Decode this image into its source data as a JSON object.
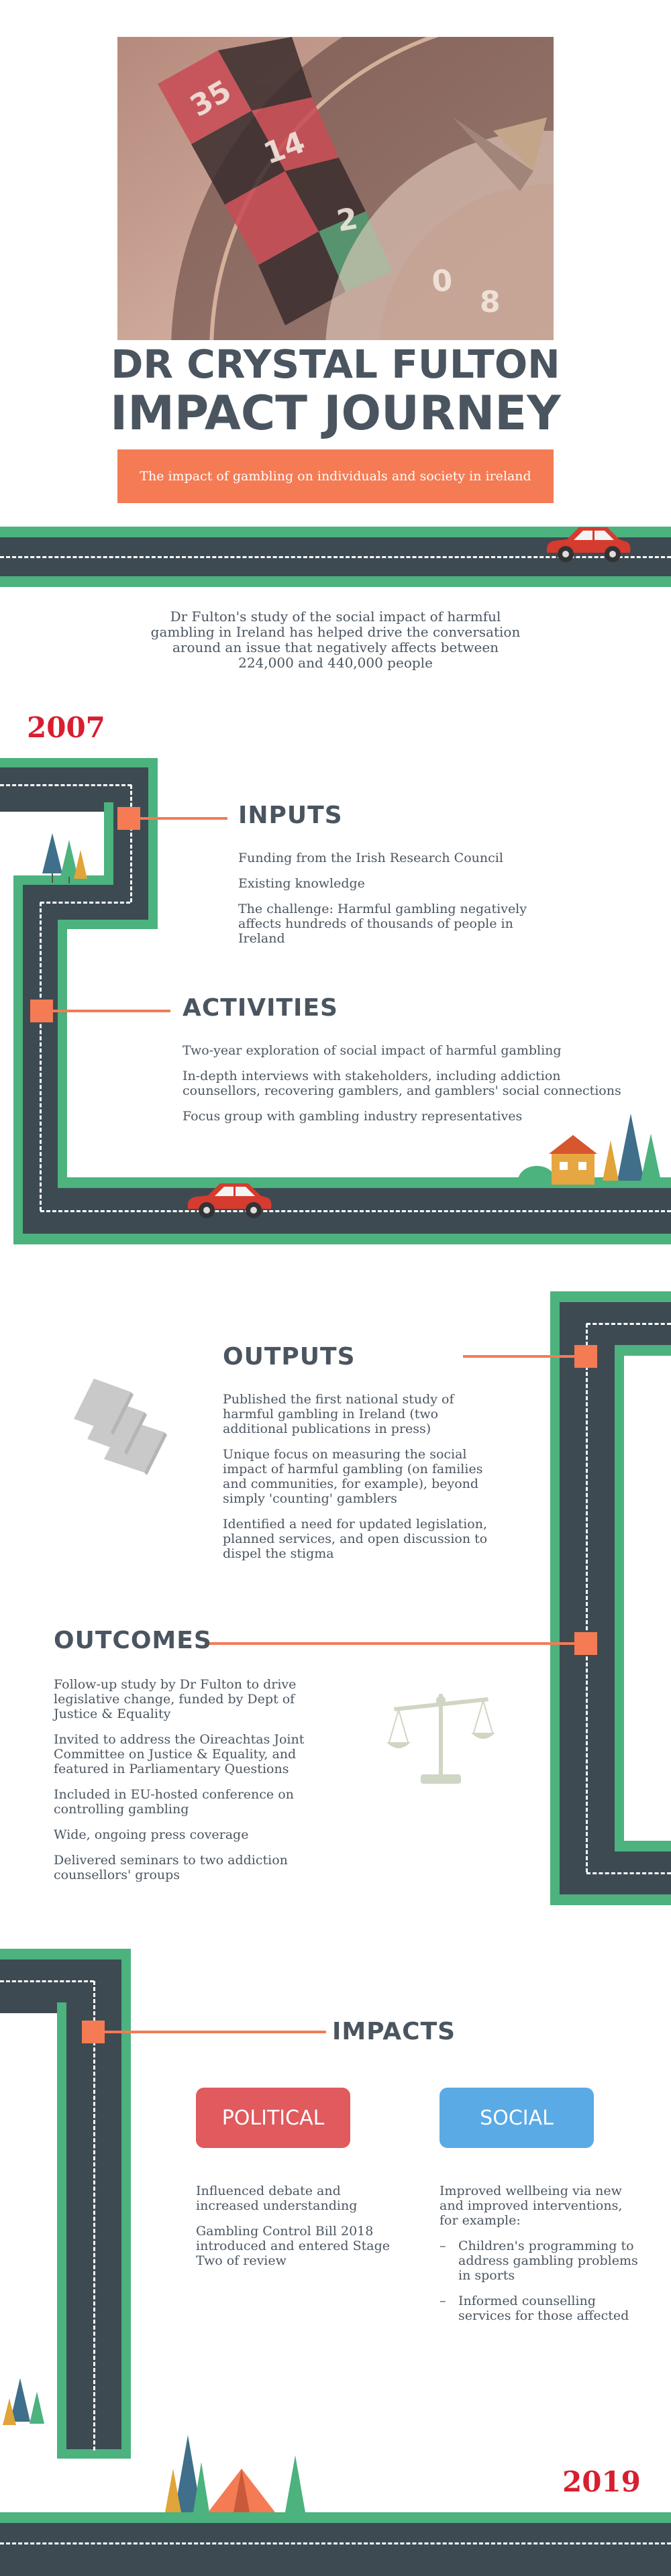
{
  "header": {
    "title_line1": "DR CRYSTAL FULTON",
    "title_line2": "IMPACT JOURNEY",
    "subtitle": "The impact of gambling on individuals and society in ireland"
  },
  "intro": "Dr Fulton's study of the social impact of harmful gambling in Ireland has helped drive the conversation around an issue that negatively affects between 224,000 and 440,000 people",
  "years": {
    "start": "2007",
    "end": "2019"
  },
  "inputs": {
    "title": "INPUTS",
    "items": [
      "Funding from the Irish Research Council",
      "Existing knowledge",
      "The challenge: Harmful gambling negatively affects hundreds of thousands of people in Ireland"
    ]
  },
  "activities": {
    "title": "ACTIVITIES",
    "items": [
      "Two-year exploration of social impact of harmful gambling",
      "In-depth interviews with stakeholders, including addiction counsellors, recovering gamblers, and gamblers' social connections",
      "Focus group with gambling industry representatives"
    ]
  },
  "outputs": {
    "title": "OUTPUTS",
    "items": [
      "Published the first national study of harmful gambling in Ireland (two additional publications in press)",
      "Unique focus on measuring the social impact of harmful gambling (on families and communities, for example), beyond simply 'counting' gamblers",
      "Identified a need for updated legislation, planned services, and open discussion to dispel the stigma"
    ]
  },
  "outcomes": {
    "title": "OUTCOMES",
    "items": [
      "Follow-up study by Dr Fulton to drive legislative change, funded by Dept of Justice & Equality",
      "Invited to address the Oireachtas Joint Committee on Justice & Equality, and featured in Parliamentary Questions",
      "Included in EU-hosted conference on controlling gambling",
      "Wide, ongoing press coverage",
      "Delivered seminars to two addiction counsellors' groups"
    ]
  },
  "impacts": {
    "title": "IMPACTS",
    "political": {
      "label": "POLITICAL",
      "items": [
        "Influenced debate and increased understanding",
        "Gambling Control Bill 2018 introduced and entered Stage Two of review"
      ]
    },
    "social": {
      "label": "SOCIAL",
      "intro": "Improved wellbeing via new and improved interventions, for example:",
      "items": [
        "Children's programming to address gambling problems in sports",
        "Informed counselling services for those affected"
      ]
    }
  },
  "colors": {
    "road": "#3d4a52",
    "road_edge": "#4cb27e",
    "accent": "#f47b54",
    "year": "#d71f30",
    "political": "#e05a5e",
    "social": "#5aaae6"
  }
}
